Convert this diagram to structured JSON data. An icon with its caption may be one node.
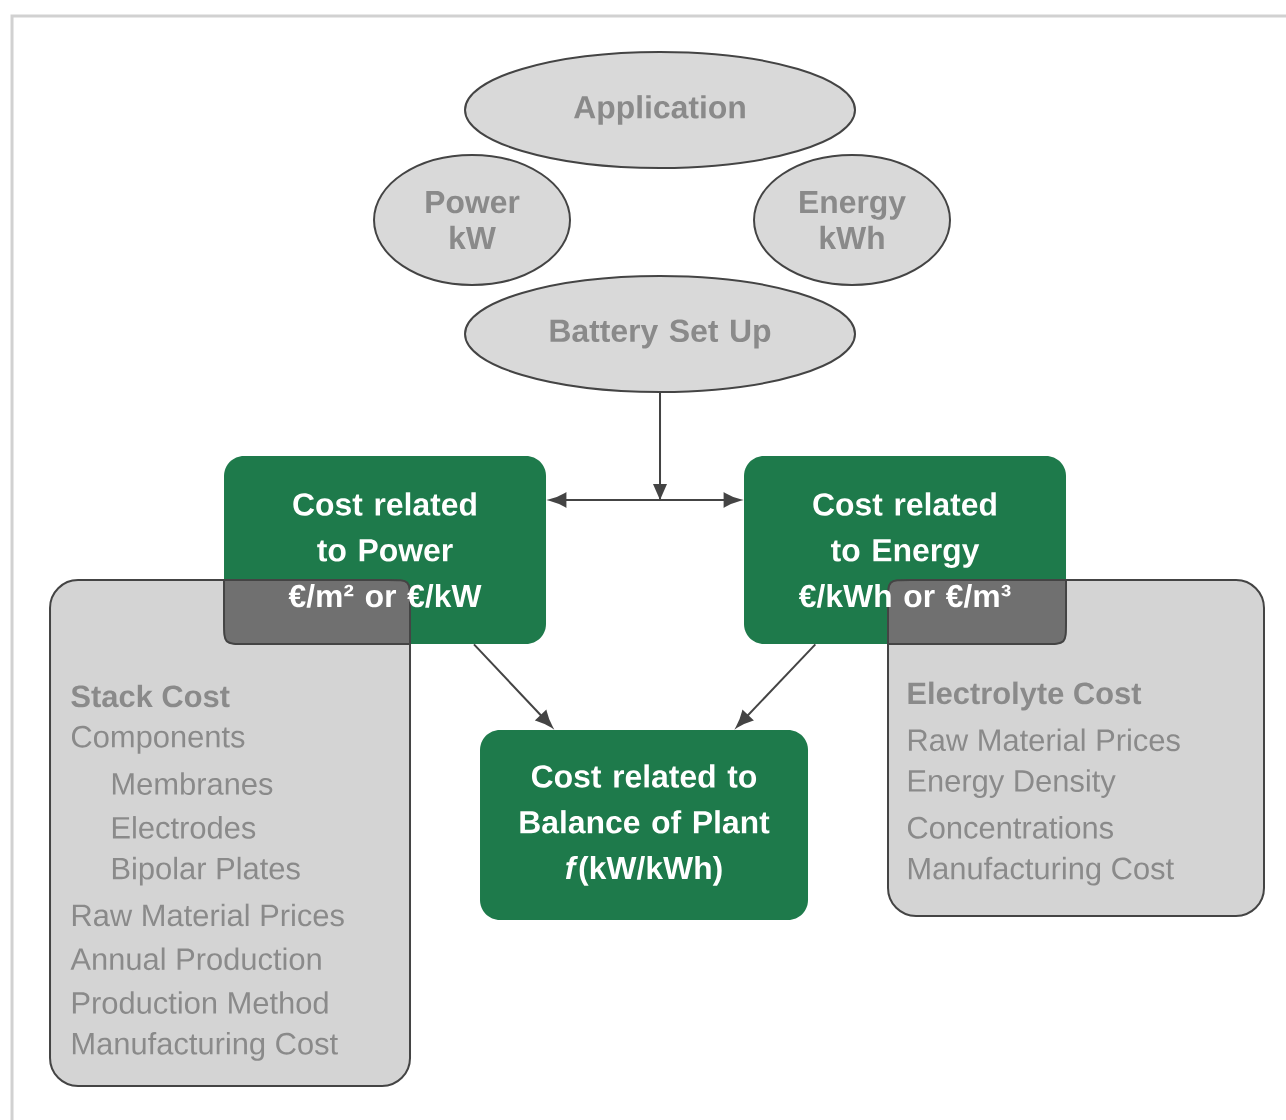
{
  "diagram": {
    "nodes": [
      {
        "text": [
          "Application"
        ]
      },
      {
        "text": [
          "Power kW"
        ]
      },
      {
        "text": [
          "Energy kWh"
        ]
      },
      {
        "text": [
          "Battery Set Up"
        ]
      },
      {
        "text": [
          "Cost related to Power",
          "€/m² or €/kW"
        ]
      },
      {
        "text": [
          "Cost related to Energy",
          "€/kWh or €/m³"
        ]
      },
      {
        "text": [
          "Stack Cost",
          "Components",
          "Membranes",
          "Electrodes",
          "Bipolar Plates",
          "Raw Material Prices",
          "Annual Production",
          "Production Method",
          "Manufacturing Cost"
        ]
      },
      {
        "text": [
          "Electrolyte Cost",
          "Raw Material Prices",
          "Energy Density",
          "Concentrations",
          "Manufacturing Cost"
        ]
      },
      {
        "text": [
          "Cost related to Balance of Plant",
          "*f*(kW/kWh)"
        ]
      }
    ],
    "edges": [
      {
        "from": 3,
        "to": 4,
        "arrow": "to"
      },
      {
        "from": 3,
        "to": 5,
        "arrow": "to"
      },
      {
        "from": 4,
        "to": 8,
        "arrow": "to"
      },
      {
        "from": 5,
        "to": 8,
        "arrow": "to"
      }
    ]
  }
}
